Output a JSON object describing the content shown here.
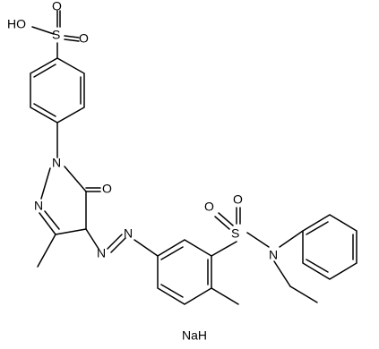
{
  "molecule": {
    "atom_labels": {
      "hydroxyl": "HO",
      "sulfonyl_sulfur_top": "S",
      "sulfonyl_oxygen_top_1": "O",
      "sulfonyl_oxygen_top_2": "O",
      "pyrazole_n1": "N",
      "pyrazole_n2": "N",
      "carbonyl_oxygen": "O",
      "azo_n1": "N",
      "azo_n2": "N",
      "sulfonamide_sulfur": "S",
      "sulfonamide_oxygen_1": "O",
      "sulfonamide_oxygen_2": "O",
      "sulfonamide_nitrogen": "N"
    },
    "counter_ion": "NaH"
  }
}
